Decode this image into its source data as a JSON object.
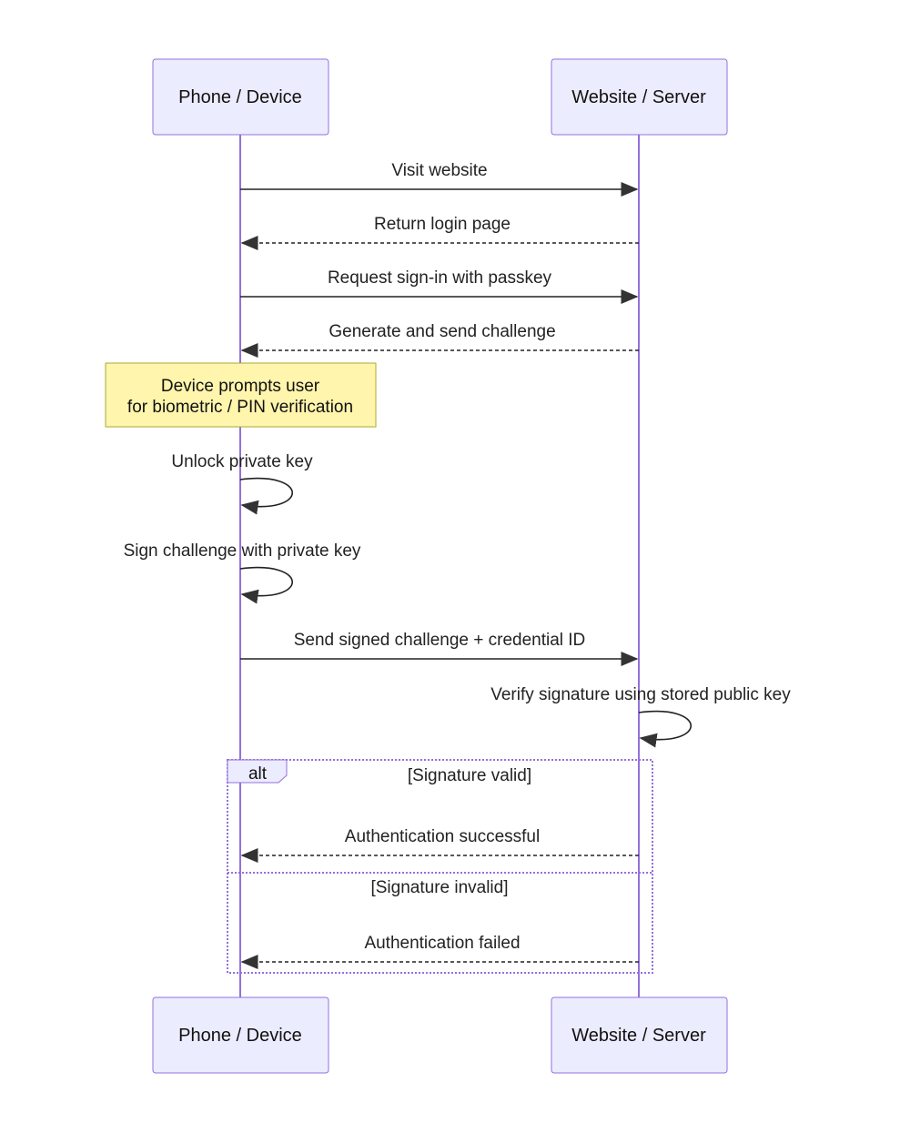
{
  "participants": [
    {
      "id": "device",
      "label": "Phone / Device"
    },
    {
      "id": "server",
      "label": "Website / Server"
    }
  ],
  "steps": [
    {
      "kind": "message",
      "from": "device",
      "to": "server",
      "label": "Visit website",
      "style": "solid"
    },
    {
      "kind": "message",
      "from": "server",
      "to": "device",
      "label": "Return login page",
      "style": "dashed"
    },
    {
      "kind": "message",
      "from": "device",
      "to": "server",
      "label": "Request sign-in with passkey",
      "style": "solid"
    },
    {
      "kind": "message",
      "from": "server",
      "to": "device",
      "label": "Generate and send challenge",
      "style": "dashed"
    },
    {
      "kind": "note",
      "over": "device",
      "lines": [
        "Device prompts user",
        "for biometric / PIN verification"
      ]
    },
    {
      "kind": "self",
      "on": "device",
      "label": "Unlock private key"
    },
    {
      "kind": "self",
      "on": "device",
      "label": "Sign challenge with private key"
    },
    {
      "kind": "message",
      "from": "device",
      "to": "server",
      "label": "Send signed challenge + credential ID",
      "style": "solid"
    },
    {
      "kind": "self",
      "on": "server",
      "label": "Verify signature using stored public key"
    }
  ],
  "alt_block": {
    "tag": "alt",
    "sections": [
      {
        "condition": "[Signature valid]",
        "message": {
          "from": "server",
          "to": "device",
          "label": "Authentication successful",
          "style": "dashed"
        }
      },
      {
        "condition": "[Signature invalid]",
        "message": {
          "from": "server",
          "to": "device",
          "label": "Authentication failed",
          "style": "dashed"
        }
      }
    ]
  },
  "colors": {
    "actor_fill": "#ECECFF",
    "actor_border": "#9370DB",
    "lifeline": "#9370DB",
    "note_fill": "#FFF5AD",
    "note_border": "#AAAA33",
    "arrow": "#333333"
  }
}
